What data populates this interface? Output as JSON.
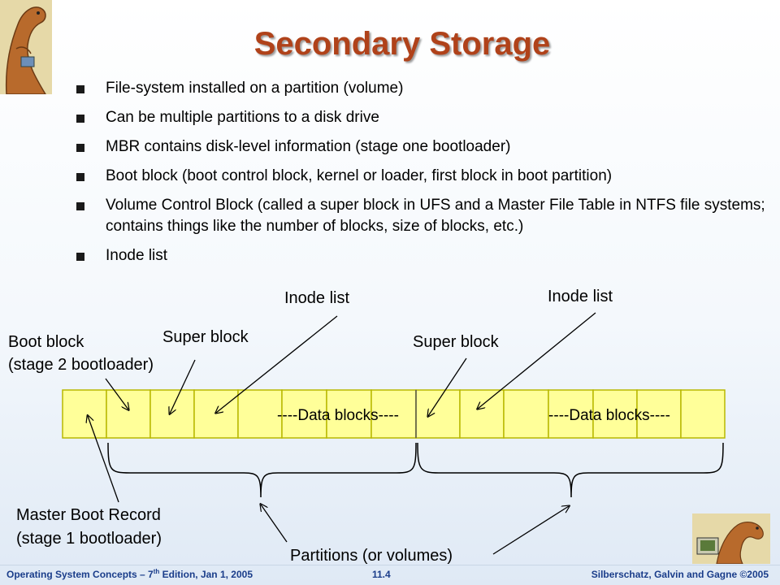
{
  "slide": {
    "title": "Secondary Storage",
    "bullets": [
      "File-system installed on a partition (volume)",
      "Can be multiple partitions to a disk drive",
      "MBR contains disk-level information (stage one bootloader)",
      "Boot block (boot control block, kernel or loader, first block in boot partition)",
      "Volume Control Block (called a super block in UFS and a Master File Table in NTFS file systems; contains things like the number of blocks, size of blocks, etc.)",
      "Inode list"
    ]
  },
  "diagram": {
    "block_fill": "#ffff99",
    "block_border": "#b8b800",
    "data_label_1": "----Data blocks----",
    "data_label_2": "----Data blocks----",
    "labels": {
      "inode_list_1": "Inode list",
      "inode_list_2": "Inode list",
      "boot_block_line1": "Boot block",
      "boot_block_line2": "(stage 2 bootloader)",
      "super_block_1": "Super block",
      "super_block_2": "Super block",
      "mbr_line1": "Master Boot Record",
      "mbr_line2": "(stage 1 bootloader)",
      "partitions": "Partitions (or volumes)"
    }
  },
  "footer": {
    "left_prefix": "Operating System Concepts – 7",
    "left_sup": "th",
    "left_suffix": " Edition, Jan 1, 2005",
    "center": "11.4",
    "right": "Silberschatz, Galvin and Gagne ©2005"
  },
  "colors": {
    "title": "#b0421a",
    "footer": "#1a3d8a",
    "bullet": "#1a1a1a"
  },
  "icons": [
    "dinosaur-icon-top-left",
    "dinosaur-computer-icon-bottom-right"
  ]
}
